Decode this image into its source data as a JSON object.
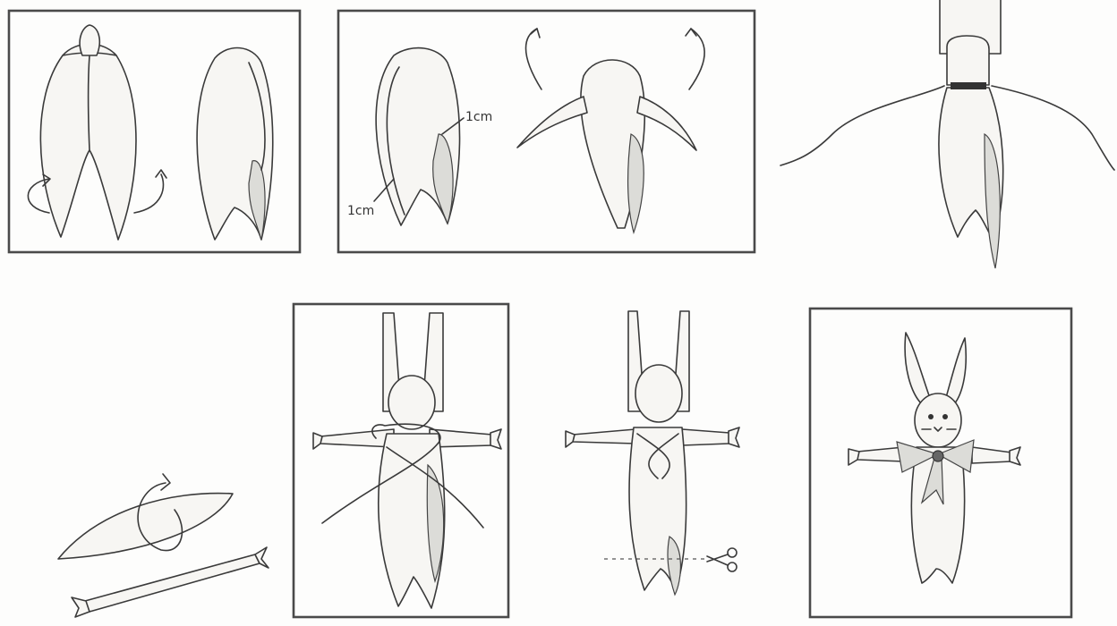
{
  "annotations": {
    "measure_right": "1cm",
    "measure_left": "1cm"
  },
  "colors": {
    "pencil": "#3a3a3a",
    "paper": "#fdfdfc",
    "shading": "#dcdcd8"
  },
  "steps": [
    {
      "name": "fold-leaves-back"
    },
    {
      "name": "fold-one-leaf"
    },
    {
      "name": "measure-and-spread"
    },
    {
      "name": "tie-head-spread-arms"
    },
    {
      "name": "roll-arm"
    },
    {
      "name": "tie-cross-thread"
    },
    {
      "name": "cut-bottom"
    },
    {
      "name": "finished-bunny"
    }
  ]
}
